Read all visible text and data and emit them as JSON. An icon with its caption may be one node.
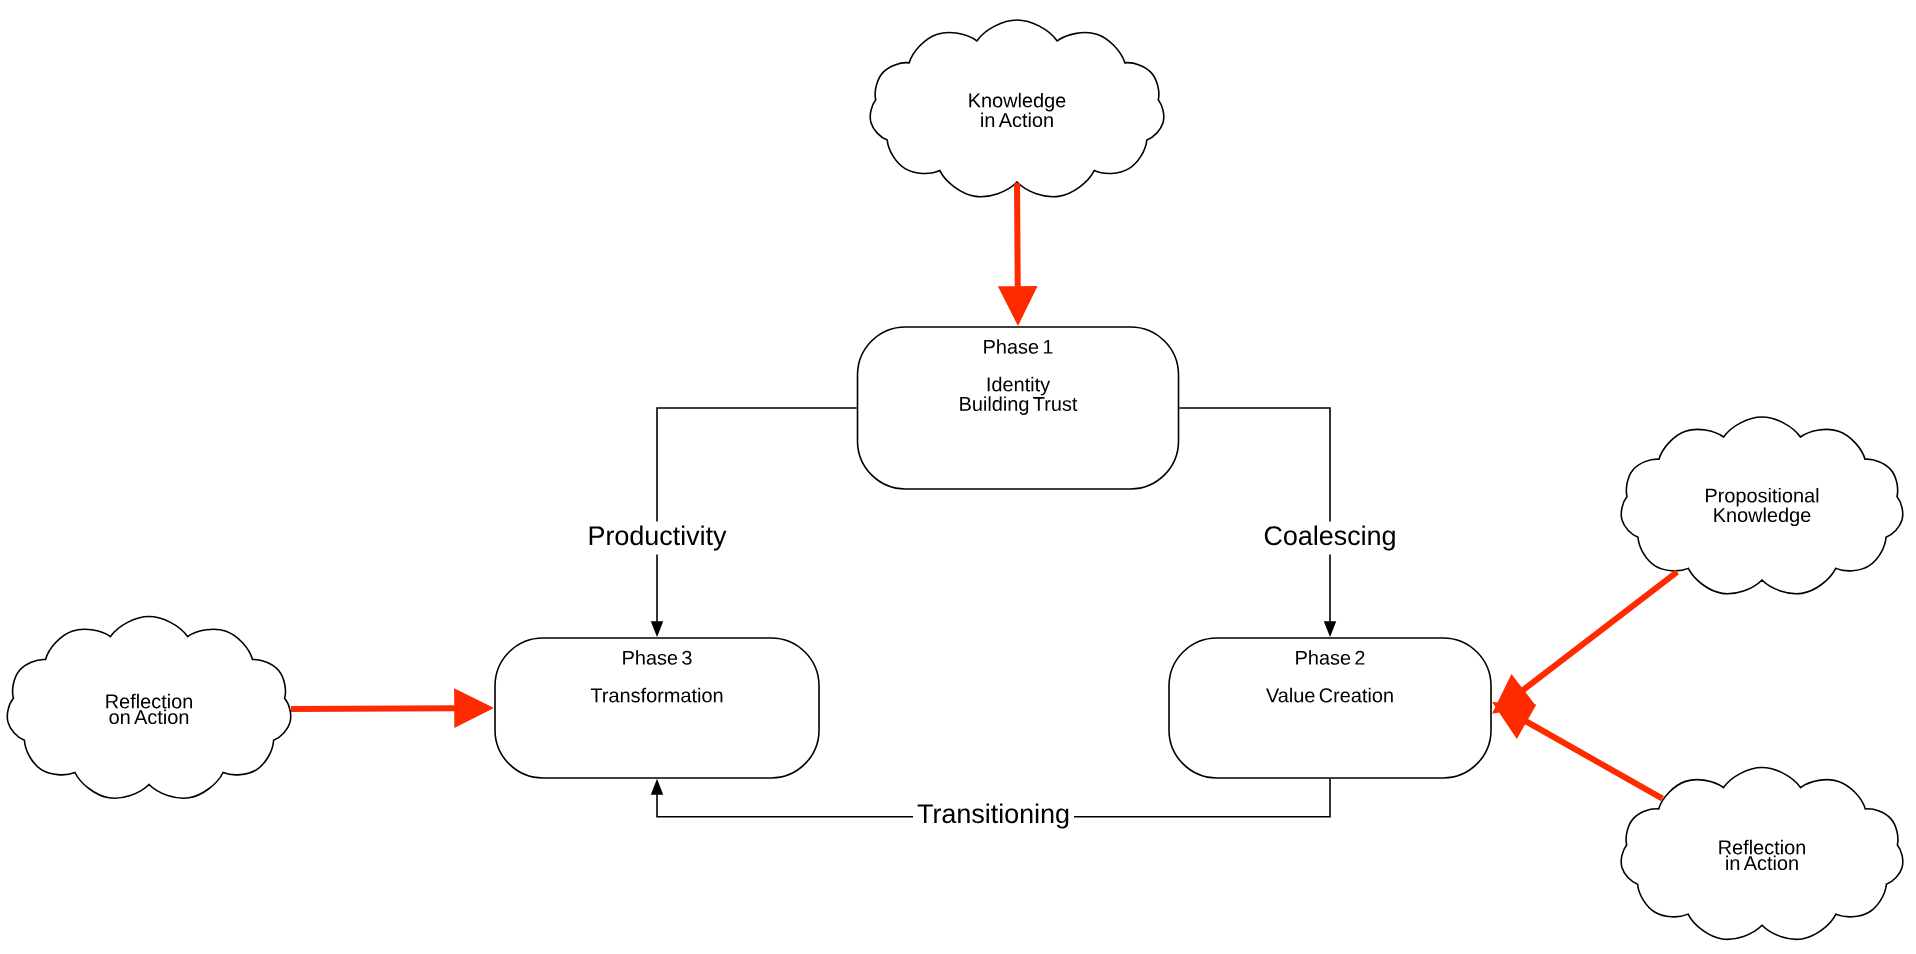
{
  "diagram": {
    "nodes": [
      {
        "text": [
          "Knowledge in Action"
        ]
      },
      {
        "text": [
          "Phase 1",
          "Identity Building Trust"
        ]
      },
      {
        "text": [
          "Propositional Knowledge"
        ]
      },
      {
        "text": [
          "Reflection on Action"
        ]
      },
      {
        "text": [
          "Phase 3",
          "Transformation"
        ]
      },
      {
        "text": [
          "Phase 2",
          "Value Creation"
        ]
      },
      {
        "text": [
          "Reflection in Action"
        ]
      }
    ],
    "edges": [
      {
        "from": 0,
        "to": 1,
        "arrow": "to",
        "color": "#ff2a00"
      },
      {
        "from": 1,
        "to": 4,
        "arrow": "to",
        "label": "Productivity",
        "color": "#000000"
      },
      {
        "from": 1,
        "to": 5,
        "arrow": "to",
        "label": "Coalescing",
        "color": "#000000"
      },
      {
        "from": 3,
        "to": 4,
        "arrow": "to",
        "color": "#ff2a00"
      },
      {
        "from": 2,
        "to": 5,
        "arrow": "to",
        "color": "#ff2a00"
      },
      {
        "from": 6,
        "to": 5,
        "arrow": "to",
        "color": "#ff2a00"
      },
      {
        "from": 5,
        "to": 4,
        "arrow": "to",
        "label": "Transitioning",
        "color": "#000000"
      }
    ]
  }
}
